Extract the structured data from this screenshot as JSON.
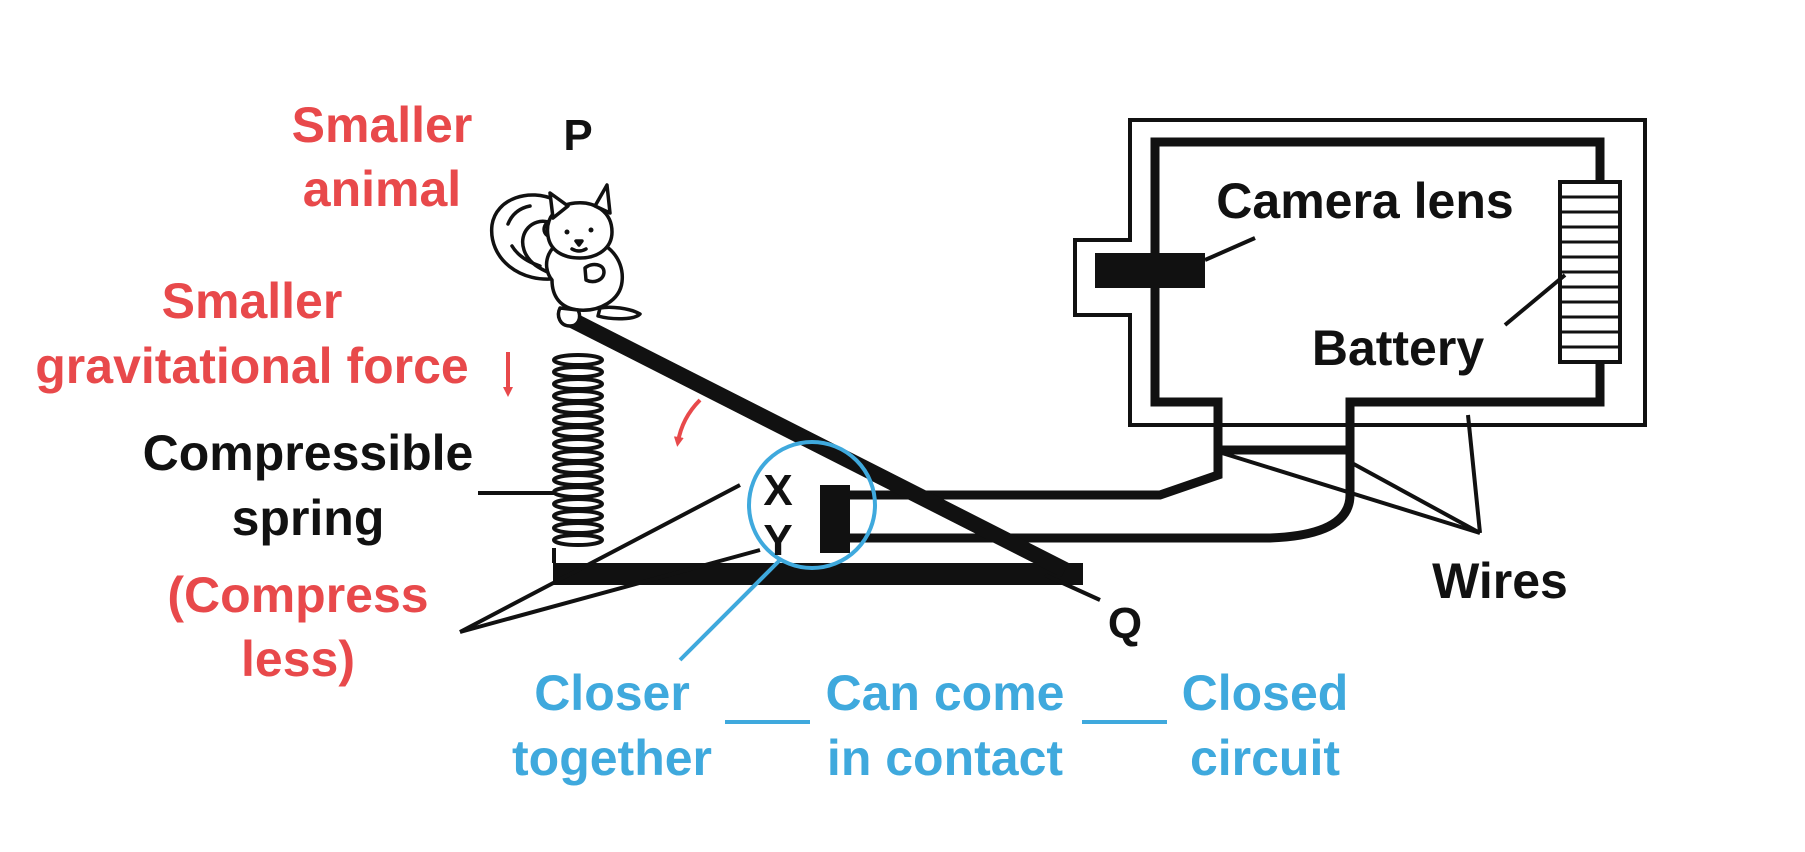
{
  "colors": {
    "red": "#e8494b",
    "blue": "#3fa9dd",
    "black": "#111111"
  },
  "labels": {
    "p": "P",
    "q": "Q",
    "x": "X",
    "y": "Y",
    "smaller_animal_1": "Smaller",
    "smaller_animal_2": "animal",
    "smaller_grav_1": "Smaller",
    "smaller_grav_2": "gravitational force",
    "spring_1": "Compressible",
    "spring_2": "spring",
    "compress_1": "(Compress",
    "compress_2": "less)",
    "camera_lens": "Camera lens",
    "battery": "Battery",
    "wires": "Wires",
    "closer_1": "Closer",
    "closer_2": "together",
    "contact_1": "Can come",
    "contact_2": "in contact",
    "closed_1": "Closed",
    "closed_2": "circuit"
  },
  "icons": {
    "animal": "squirrel-icon",
    "down_arrow": "arrow-down-icon",
    "curved_arrow": "curved-arrow-icon"
  }
}
